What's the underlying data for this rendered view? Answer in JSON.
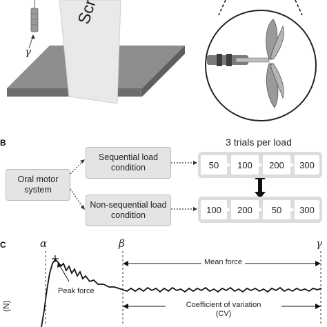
{
  "panel_a": {
    "screen_label": "Screen",
    "gamma_label": "γ"
  },
  "panel_b": {
    "letter": "B",
    "trials_title": "3 trials per load",
    "source_box": "Oral motor system",
    "sequential_box": "Sequential load condition",
    "nonsequential_box": "Non-sequential load condition",
    "sequential_loads": [
      "50",
      "100",
      "200",
      "300"
    ],
    "nonsequential_loads": [
      "100",
      "200",
      "50",
      "300"
    ]
  },
  "panel_c": {
    "letter": "C",
    "alpha": "α",
    "beta": "β",
    "gamma": "γ",
    "mean_force_label": "Mean force",
    "peak_force_label": "Peak force",
    "cv_label_line1": "Coefficient of variation",
    "cv_label_line2": "(CV)",
    "y_axis_label": "(N)"
  }
}
